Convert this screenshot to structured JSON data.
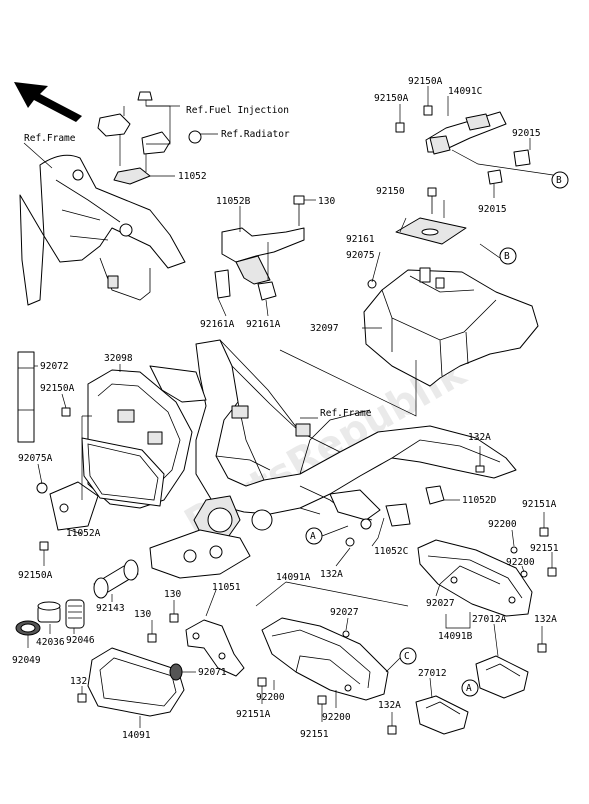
{
  "watermark": "PartsRepublik",
  "refs": {
    "fuel_injection": "Ref.Fuel Injection",
    "radiator": "Ref.Radiator",
    "frame_top": "Ref.Frame",
    "frame_mid": "Ref.Frame"
  },
  "callouts": {
    "A": "A",
    "B": "B",
    "C": "C"
  },
  "labels": {
    "l11052": "11052",
    "l92150A_top": "92150A",
    "l92150A_top2": "92150A",
    "l14091C": "14091C",
    "l92015_a": "92015",
    "l92015_b": "92015",
    "l92150": "92150",
    "l11052B": "11052B",
    "l130_top": "130",
    "l92161": "92161",
    "l92075": "92075",
    "l92161A_a": "92161A",
    "l92161A_b": "92161A",
    "l32097": "32097",
    "l92072": "92072",
    "l32098": "32098",
    "l92150A_mid": "92150A",
    "l92075A": "92075A",
    "l132A_mid": "132A",
    "l11052D": "11052D",
    "l92151A_right": "92151A",
    "l92200_r1": "92200",
    "l92151": "92151",
    "l92200_r2": "92200",
    "l11052C": "11052C",
    "l11052A": "11052A",
    "l92150A_low": "92150A",
    "l132A_low": "132A",
    "l14091A": "14091A",
    "l92027_a": "92027",
    "l92143": "92143",
    "l11051": "11051",
    "l130_low": "130",
    "l92046": "92046",
    "l42036": "42036",
    "l92049": "92049",
    "l92027_b": "92027",
    "l27012A": "27012A",
    "l132A_right": "132A",
    "l14091B": "14091B",
    "l92071": "92071",
    "l27012": "27012",
    "l132": "132",
    "l92200_bot": "92200",
    "l92151A_bot": "92151A",
    "l92200_bot2": "92200",
    "l92151_bot": "92151",
    "l132A_bot": "132A",
    "l14091": "14091"
  }
}
